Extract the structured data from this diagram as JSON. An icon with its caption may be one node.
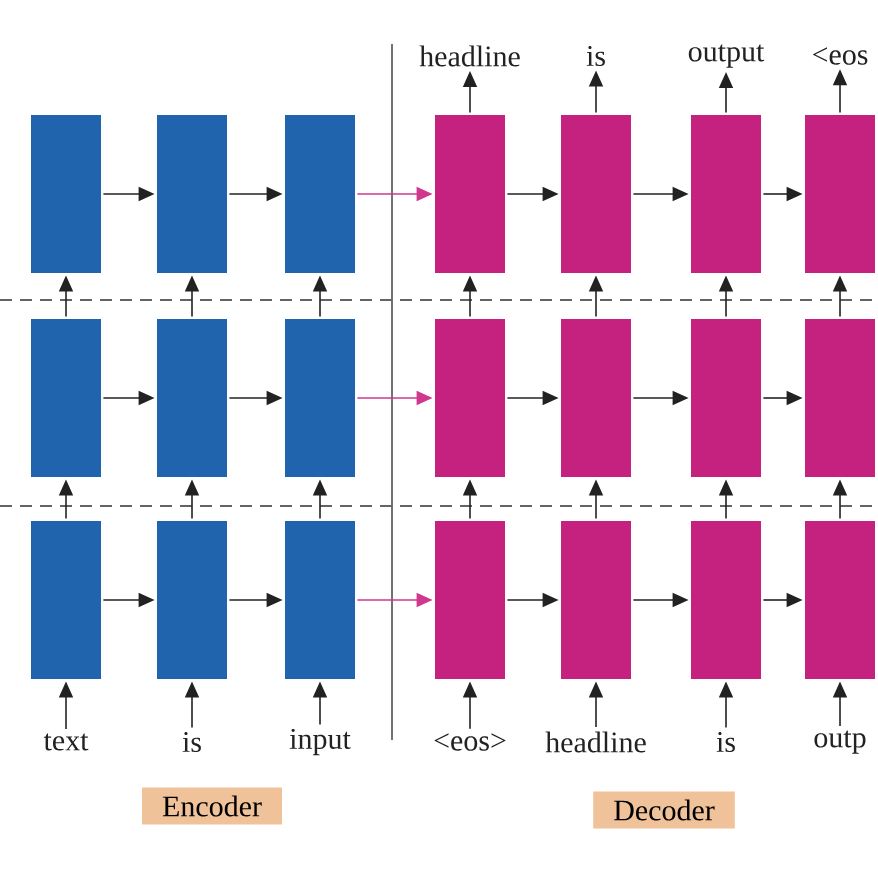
{
  "diagram": {
    "nodes": [
      {
        "text": [
          "headline"
        ]
      },
      {
        "text": [
          "is"
        ]
      },
      {
        "text": [
          "output"
        ]
      },
      {
        "text": [
          "<eos"
        ]
      },
      {
        "text": [],
        "shape": "box"
      },
      {
        "text": [],
        "shape": "box"
      },
      {
        "text": [],
        "shape": "box"
      },
      {
        "text": [],
        "shape": "box"
      },
      {
        "text": [],
        "shape": "box"
      },
      {
        "text": [],
        "shape": "box"
      },
      {
        "text": [],
        "shape": "box"
      },
      {
        "text": [],
        "shape": "box"
      },
      {
        "text": [],
        "shape": "box"
      },
      {
        "text": [],
        "shape": "box"
      },
      {
        "text": [],
        "shape": "box"
      },
      {
        "text": [],
        "shape": "box"
      },
      {
        "text": [],
        "shape": "box"
      },
      {
        "text": [],
        "shape": "box"
      },
      {
        "text": [],
        "shape": "box"
      },
      {
        "text": [],
        "shape": "box"
      },
      {
        "text": [],
        "shape": "box"
      },
      {
        "text": [],
        "shape": "box"
      },
      {
        "text": [],
        "shape": "box"
      },
      {
        "text": [],
        "shape": "box"
      },
      {
        "text": [],
        "shape": "box"
      },
      {
        "text": [
          "text"
        ]
      },
      {
        "text": [
          "is"
        ]
      },
      {
        "text": [
          "input"
        ]
      },
      {
        "text": [
          "<eos>"
        ]
      },
      {
        "text": [
          "headline"
        ]
      },
      {
        "text": [
          "is"
        ]
      },
      {
        "text": [
          "outp"
        ]
      },
      {
        "text": [
          "Encoder"
        ]
      },
      {
        "text": [
          "Decoder"
        ]
      }
    ],
    "edges": [
      {
        "from": 4,
        "to": 5,
        "arrow": "to"
      },
      {
        "from": 5,
        "to": 6,
        "arrow": "to"
      },
      {
        "from": 6,
        "to": 7,
        "arrow": "to",
        "color": "#d0388f"
      },
      {
        "from": 7,
        "to": 8,
        "arrow": "to"
      },
      {
        "from": 8,
        "to": 9,
        "arrow": "to"
      },
      {
        "from": 9,
        "to": 10,
        "arrow": "to"
      },
      {
        "from": 11,
        "to": 12,
        "arrow": "to"
      },
      {
        "from": 12,
        "to": 13,
        "arrow": "to"
      },
      {
        "from": 13,
        "to": 14,
        "arrow": "to",
        "color": "#d0388f"
      },
      {
        "from": 14,
        "to": 15,
        "arrow": "to"
      },
      {
        "from": 15,
        "to": 16,
        "arrow": "to"
      },
      {
        "from": 16,
        "to": 17,
        "arrow": "to"
      },
      {
        "from": 18,
        "to": 19,
        "arrow": "to"
      },
      {
        "from": 19,
        "to": 20,
        "arrow": "to"
      },
      {
        "from": 20,
        "to": 21,
        "arrow": "to",
        "color": "#d0388f"
      },
      {
        "from": 21,
        "to": 22,
        "arrow": "to"
      },
      {
        "from": 22,
        "to": 23,
        "arrow": "to"
      },
      {
        "from": 23,
        "to": 24,
        "arrow": "to"
      },
      {
        "from": 25,
        "to": 18,
        "arrow": "to"
      },
      {
        "from": 26,
        "to": 19,
        "arrow": "to"
      },
      {
        "from": 27,
        "to": 20,
        "arrow": "to"
      },
      {
        "from": 28,
        "to": 21,
        "arrow": "to"
      },
      {
        "from": 29,
        "to": 22,
        "arrow": "to"
      },
      {
        "from": 30,
        "to": 23,
        "arrow": "to"
      },
      {
        "from": 31,
        "to": 24,
        "arrow": "to"
      },
      {
        "from": 18,
        "to": 11,
        "arrow": "to"
      },
      {
        "from": 19,
        "to": 12,
        "arrow": "to"
      },
      {
        "from": 20,
        "to": 13,
        "arrow": "to"
      },
      {
        "from": 21,
        "to": 14,
        "arrow": "to"
      },
      {
        "from": 22,
        "to": 15,
        "arrow": "to"
      },
      {
        "from": 23,
        "to": 16,
        "arrow": "to"
      },
      {
        "from": 24,
        "to": 17,
        "arrow": "to"
      },
      {
        "from": 11,
        "to": 4,
        "arrow": "to"
      },
      {
        "from": 12,
        "to": 5,
        "arrow": "to"
      },
      {
        "from": 13,
        "to": 6,
        "arrow": "to"
      },
      {
        "from": 14,
        "to": 7,
        "arrow": "to"
      },
      {
        "from": 15,
        "to": 8,
        "arrow": "to"
      },
      {
        "from": 16,
        "to": 9,
        "arrow": "to"
      },
      {
        "from": 17,
        "to": 10,
        "arrow": "to"
      },
      {
        "from": 7,
        "to": 0,
        "arrow": "to"
      },
      {
        "from": 8,
        "to": 1,
        "arrow": "to"
      },
      {
        "from": 9,
        "to": 2,
        "arrow": "to"
      },
      {
        "from": 10,
        "to": 3,
        "arrow": "to"
      }
    ]
  }
}
